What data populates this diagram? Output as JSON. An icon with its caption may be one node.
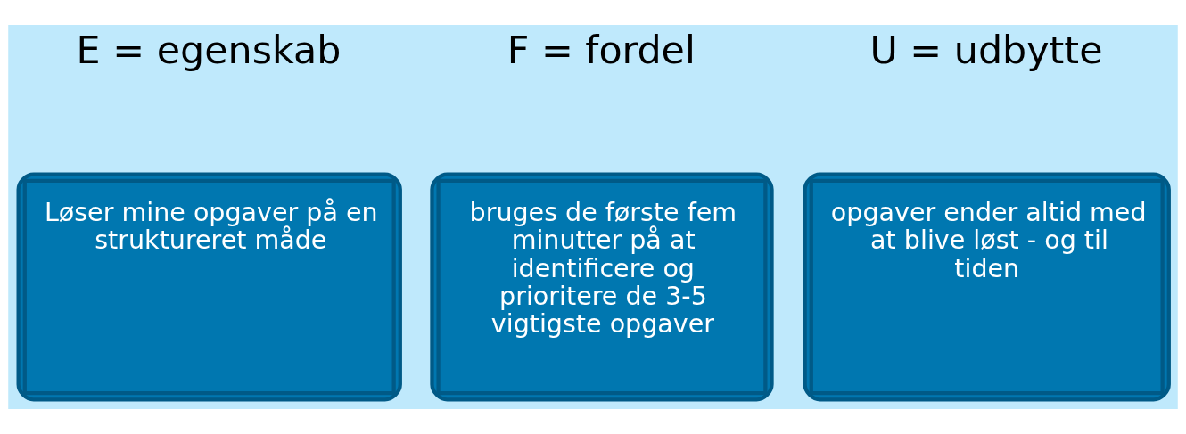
{
  "diagram": {
    "nodes": [
      {
        "text": [
          "E = egenskab",
          "Løser mine opgaver på en struktureret måde"
        ]
      },
      {
        "text": [
          "F = fordel",
          "bruges de første fem minutter på at identificere og prioritere de 3-5 vigtigste opgaver"
        ]
      },
      {
        "text": [
          "U = udbytte",
          "opgaver ender altid med at blive løst - og til tiden"
        ]
      }
    ]
  }
}
